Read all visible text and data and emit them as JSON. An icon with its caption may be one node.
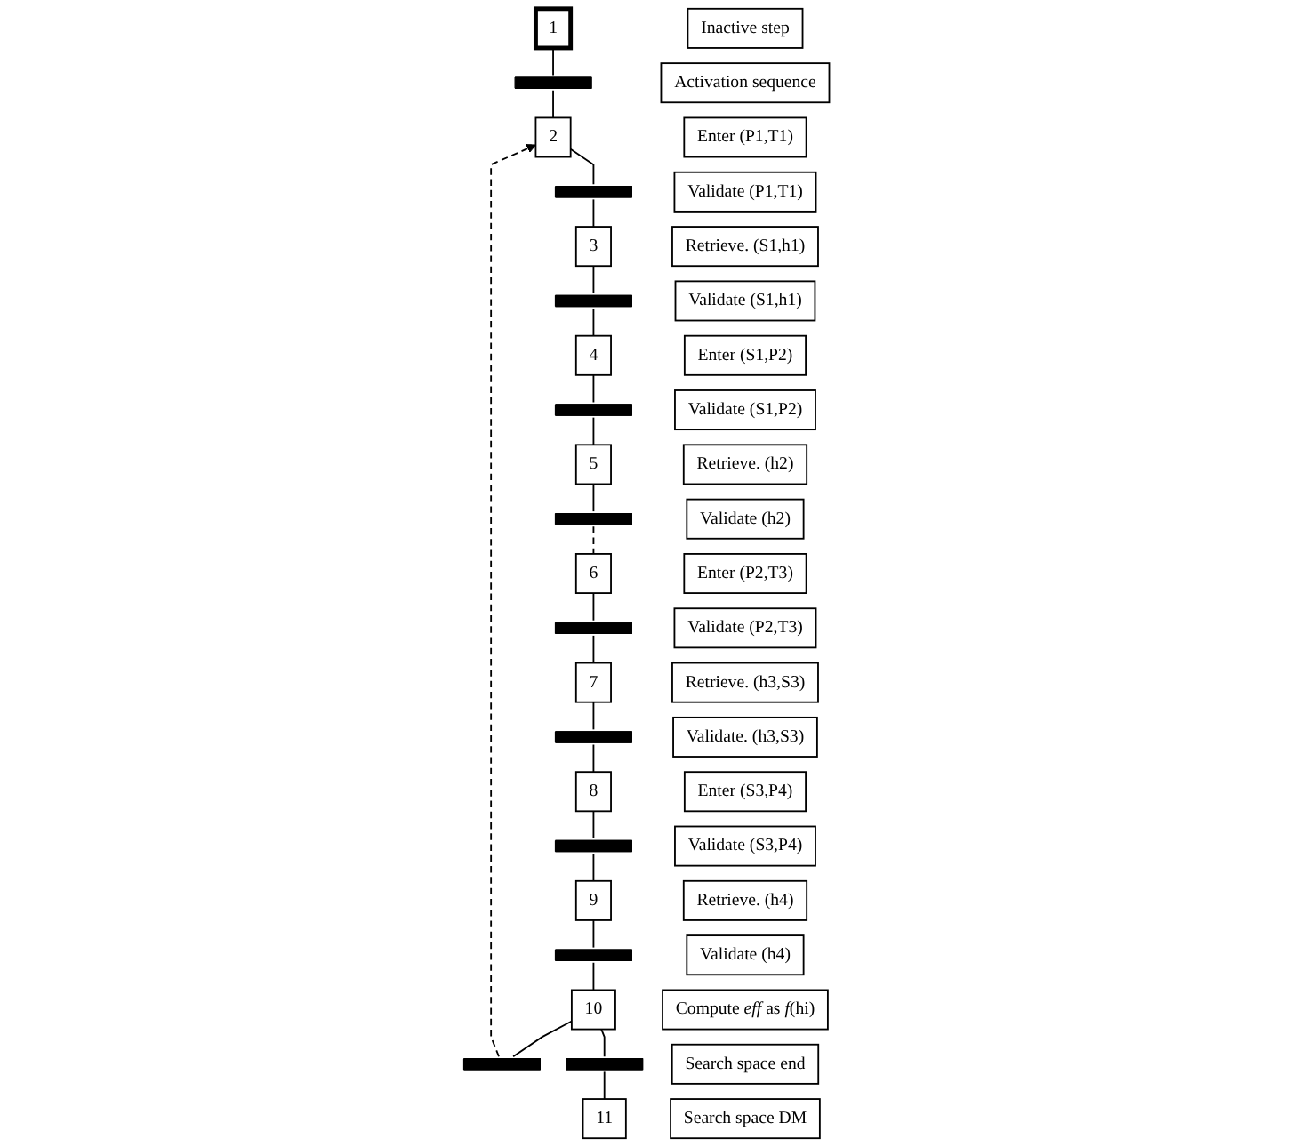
{
  "diagram": {
    "nodes": [
      {
        "text": [
          "1"
        ]
      },
      {
        "text": [
          "Inactive step"
        ]
      },
      {
        "text": [],
        "shape": "bar"
      },
      {
        "text": [
          "Activation sequence"
        ]
      },
      {
        "text": [
          "2"
        ]
      },
      {
        "text": [
          "Enter (P1,T1)"
        ]
      },
      {
        "text": [],
        "shape": "bar"
      },
      {
        "text": [
          "Validate (P1,T1)"
        ]
      },
      {
        "text": [
          "3"
        ]
      },
      {
        "text": [
          "Retrieve. (S1,h1)"
        ]
      },
      {
        "text": [],
        "shape": "bar"
      },
      {
        "text": [
          "Validate (S1,h1)"
        ]
      },
      {
        "text": [
          "4"
        ]
      },
      {
        "text": [
          "Enter (S1,P2)"
        ]
      },
      {
        "text": [],
        "shape": "bar"
      },
      {
        "text": [
          "Validate (S1,P2)"
        ]
      },
      {
        "text": [
          "5"
        ]
      },
      {
        "text": [
          "Retrieve. (h2)"
        ]
      },
      {
        "text": [],
        "shape": "bar"
      },
      {
        "text": [
          "Validate (h2)"
        ]
      },
      {
        "text": [
          "6"
        ]
      },
      {
        "text": [
          "Enter (P2,T3)"
        ]
      },
      {
        "text": [],
        "shape": "bar"
      },
      {
        "text": [
          "Validate (P2,T3)"
        ]
      },
      {
        "text": [
          "7"
        ]
      },
      {
        "text": [
          "Retrieve. (h3,S3)"
        ]
      },
      {
        "text": [],
        "shape": "bar"
      },
      {
        "text": [
          "Validate. (h3,S3)"
        ]
      },
      {
        "text": [
          "8"
        ]
      },
      {
        "text": [
          "Enter (S3,P4)"
        ]
      },
      {
        "text": [],
        "shape": "bar"
      },
      {
        "text": [
          "Validate (S3,P4)"
        ]
      },
      {
        "text": [
          "9"
        ]
      },
      {
        "text": [
          "Retrieve. (h4)"
        ]
      },
      {
        "text": [],
        "shape": "bar"
      },
      {
        "text": [
          "Validate (h4)"
        ]
      },
      {
        "text": [
          "10"
        ]
      },
      {
        "text": [
          "Compute *eff* as *f*(hi)"
        ]
      },
      {
        "text": [],
        "shape": "bar"
      },
      {
        "text": [],
        "shape": "bar"
      },
      {
        "text": [
          "Search space end"
        ]
      },
      {
        "text": [
          "11"
        ]
      },
      {
        "text": [
          "Search space DM"
        ]
      }
    ],
    "edges": [
      {
        "from": 0,
        "to": 2,
        "arrow": "none"
      },
      {
        "from": 2,
        "to": 4,
        "arrow": "none"
      },
      {
        "from": 4,
        "to": 6,
        "arrow": "none"
      },
      {
        "from": 6,
        "to": 8,
        "arrow": "none"
      },
      {
        "from": 8,
        "to": 10,
        "arrow": "none"
      },
      {
        "from": 10,
        "to": 12,
        "arrow": "none"
      },
      {
        "from": 12,
        "to": 14,
        "arrow": "none"
      },
      {
        "from": 14,
        "to": 16,
        "arrow": "none"
      },
      {
        "from": 16,
        "to": 18,
        "arrow": "none"
      },
      {
        "from": 18,
        "to": 20,
        "arrow": "none",
        "style": "dashed"
      },
      {
        "from": 20,
        "to": 22,
        "arrow": "none"
      },
      {
        "from": 22,
        "to": 24,
        "arrow": "none"
      },
      {
        "from": 24,
        "to": 26,
        "arrow": "none"
      },
      {
        "from": 26,
        "to": 28,
        "arrow": "none"
      },
      {
        "from": 28,
        "to": 30,
        "arrow": "none"
      },
      {
        "from": 30,
        "to": 32,
        "arrow": "none"
      },
      {
        "from": 32,
        "to": 34,
        "arrow": "none"
      },
      {
        "from": 34,
        "to": 36,
        "arrow": "none"
      },
      {
        "from": 36,
        "to": 38,
        "arrow": "none"
      },
      {
        "from": 36,
        "to": 39,
        "arrow": "none"
      },
      {
        "from": 39,
        "to": 41,
        "arrow": "none"
      },
      {
        "from": 38,
        "to": 4,
        "arrow": "to",
        "style": "dashed"
      }
    ]
  }
}
